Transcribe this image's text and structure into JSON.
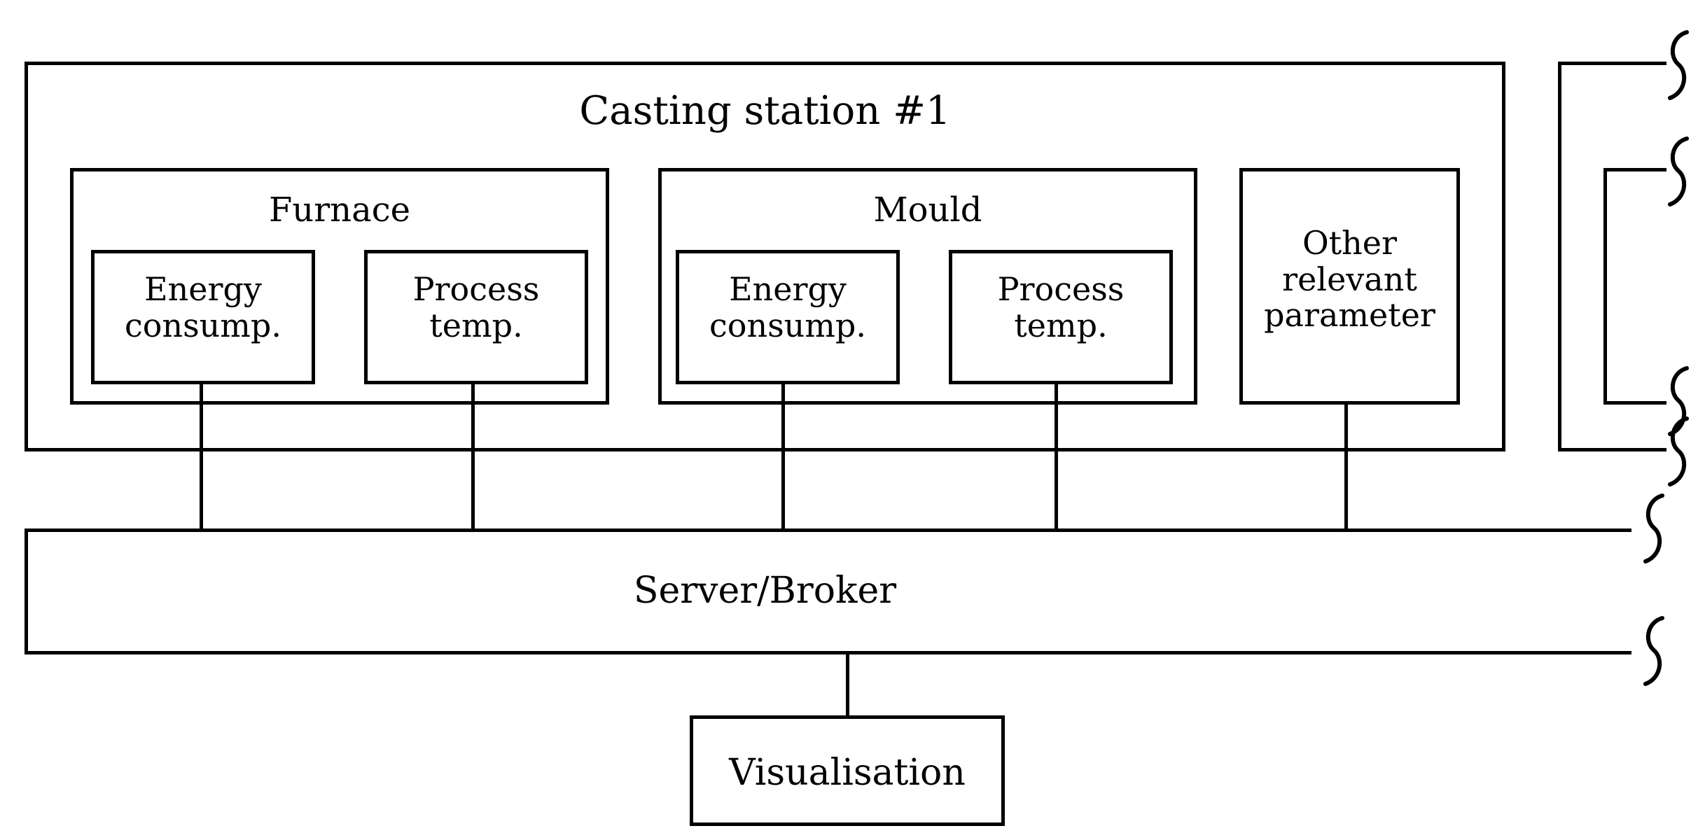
{
  "diagram": {
    "title": "Casting station #1",
    "stations": [
      {
        "name": "Casting station #1",
        "groups": [
          {
            "name": "Furnace",
            "parameters": [
              {
                "label": "Energy\nconsump."
              },
              {
                "label": "Process\ntemp."
              }
            ]
          },
          {
            "name": "Mould",
            "parameters": [
              {
                "label": "Energy\nconsump."
              },
              {
                "label": "Process\ntemp."
              }
            ]
          }
        ],
        "other": {
          "label": "Other\nrelevant\nparameter"
        }
      }
    ],
    "server": {
      "label": "Server/Broker"
    },
    "visualisation": {
      "label": "Visualisation"
    },
    "continuation": {
      "note": "break-marks indicating further casting stations to the right"
    },
    "colors": {
      "stroke": "#000000",
      "background": "#ffffff"
    }
  }
}
